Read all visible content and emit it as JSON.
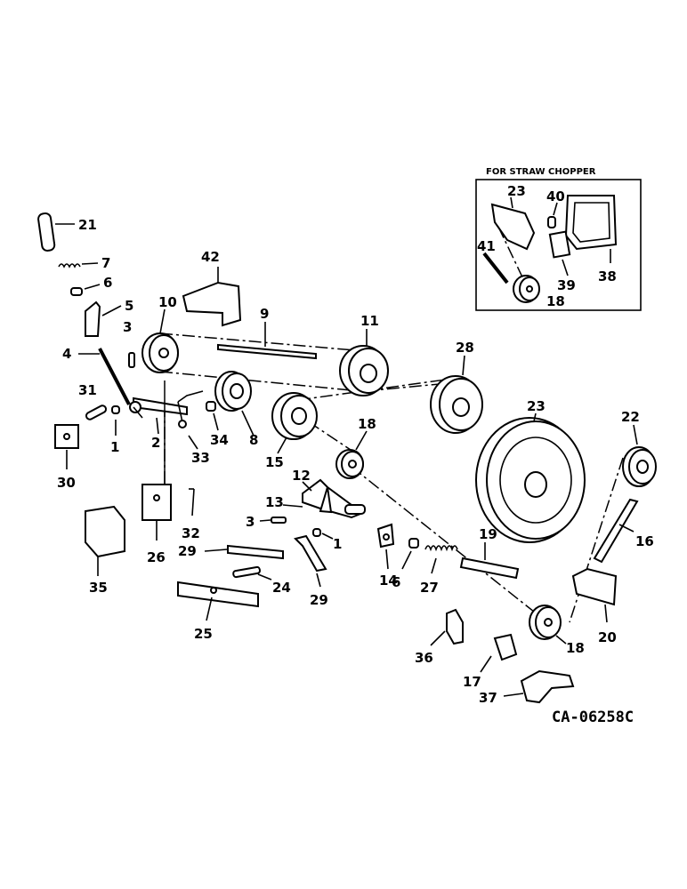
{
  "inset": {
    "title": "FOR STRAW CHOPPER"
  },
  "document_number": "CA-06258C",
  "callouts": {
    "c1a": "1",
    "c1b": "1",
    "c2": "2",
    "c3a": "3",
    "c3b": "3",
    "c4": "4",
    "c5": "5",
    "c6a": "6",
    "c6b": "6",
    "c7": "7",
    "c8": "8",
    "c9": "9",
    "c10": "10",
    "c11": "11",
    "c12": "12",
    "c13": "13",
    "c14": "14",
    "c15": "15",
    "c16": "16",
    "c17": "17",
    "c18a": "18",
    "c18b": "18",
    "c18c": "18",
    "c19": "19",
    "c20": "20",
    "c21": "21",
    "c22": "22",
    "c23a": "23",
    "c23b": "23",
    "c24": "24",
    "c25": "25",
    "c26": "26",
    "c27": "27",
    "c28": "28",
    "c29a": "29",
    "c29b": "29",
    "c30": "30",
    "c31": "31",
    "c32": "32",
    "c33": "33",
    "c34": "34",
    "c35": "35",
    "c36": "36",
    "c37": "37",
    "c38": "38",
    "c39": "39",
    "c40": "40",
    "c41": "41",
    "c42": "42"
  }
}
